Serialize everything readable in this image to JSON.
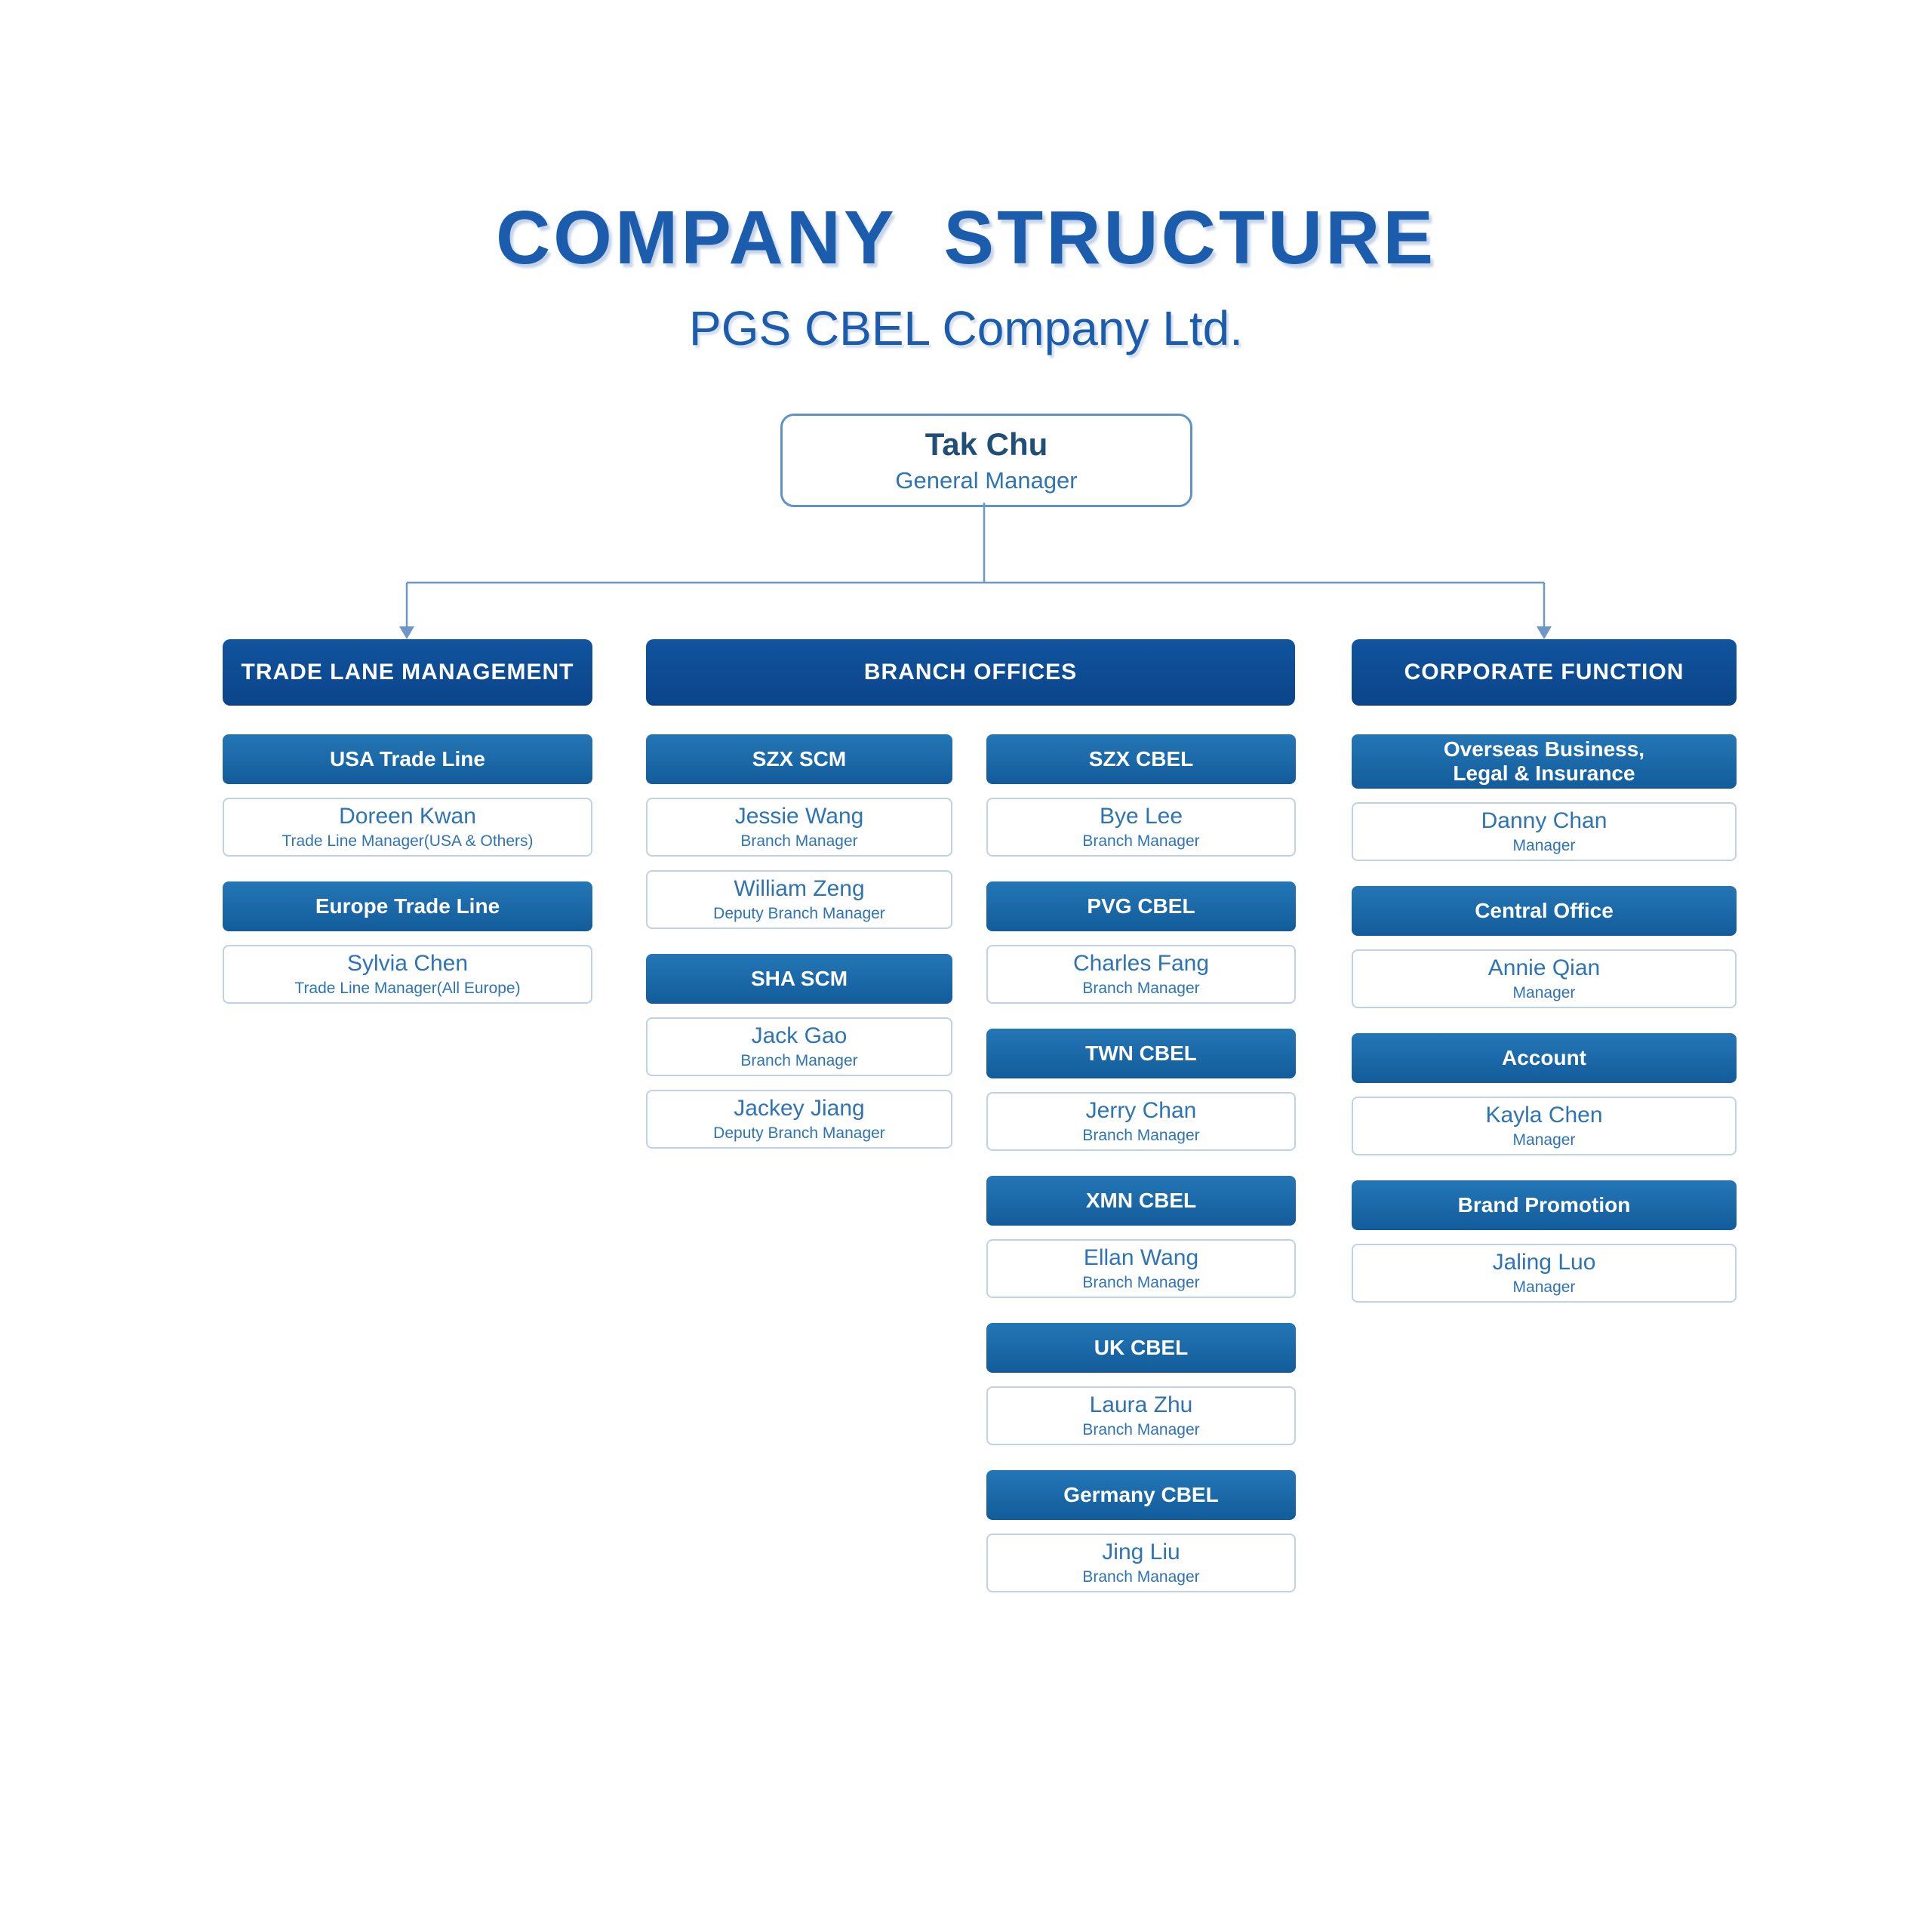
{
  "title": "COMPANY  STRUCTURE",
  "subtitle": "PGS CBEL Company Ltd.",
  "root": {
    "name": "Tak Chu",
    "role": "General Manager"
  },
  "headers": {
    "trade": "TRADE LANE MANAGEMENT",
    "branch": "BRANCH OFFICES",
    "corporate": "CORPORATE FUNCTION"
  },
  "trade": [
    {
      "dept": "USA Trade Line",
      "people": [
        {
          "name": "Doreen Kwan",
          "role": "Trade Line Manager(USA & Others)"
        }
      ]
    },
    {
      "dept": "Europe Trade Line",
      "people": [
        {
          "name": "Sylvia Chen",
          "role": "Trade Line Manager(All Europe)"
        }
      ]
    }
  ],
  "branch_left": [
    {
      "dept": "SZX SCM",
      "people": [
        {
          "name": "Jessie Wang",
          "role": "Branch Manager"
        },
        {
          "name": "William Zeng",
          "role": "Deputy Branch Manager"
        }
      ]
    },
    {
      "dept": "SHA SCM",
      "people": [
        {
          "name": "Jack Gao",
          "role": "Branch Manager"
        },
        {
          "name": "Jackey Jiang",
          "role": "Deputy Branch Manager"
        }
      ]
    }
  ],
  "branch_right": [
    {
      "dept": "SZX CBEL",
      "people": [
        {
          "name": "Bye Lee",
          "role": "Branch Manager"
        }
      ]
    },
    {
      "dept": "PVG CBEL",
      "people": [
        {
          "name": "Charles Fang",
          "role": "Branch Manager"
        }
      ]
    },
    {
      "dept": "TWN CBEL",
      "people": [
        {
          "name": "Jerry Chan",
          "role": "Branch Manager"
        }
      ]
    },
    {
      "dept": "XMN CBEL",
      "people": [
        {
          "name": "Ellan Wang",
          "role": "Branch Manager"
        }
      ]
    },
    {
      "dept": "UK CBEL",
      "people": [
        {
          "name": "Laura Zhu",
          "role": "Branch Manager"
        }
      ]
    },
    {
      "dept": "Germany CBEL",
      "people": [
        {
          "name": "Jing Liu",
          "role": "Branch Manager"
        }
      ]
    }
  ],
  "corporate": [
    {
      "dept": "Overseas Business,\nLegal & Insurance",
      "people": [
        {
          "name": "Danny Chan",
          "role": "Manager"
        }
      ]
    },
    {
      "dept": "Central Office",
      "people": [
        {
          "name": "Annie Qian",
          "role": "Manager"
        }
      ]
    },
    {
      "dept": "Account",
      "people": [
        {
          "name": "Kayla Chen",
          "role": "Manager"
        }
      ]
    },
    {
      "dept": "Brand Promotion",
      "people": [
        {
          "name": "Jaling Luo",
          "role": "Manager"
        }
      ]
    }
  ],
  "colors": {
    "title_blue": "#1C5CAC",
    "header_navy": "#0D4B96",
    "dept_blue": "#1769AC",
    "text_blue": "#2E74B5",
    "connector": "#6E96C6"
  }
}
